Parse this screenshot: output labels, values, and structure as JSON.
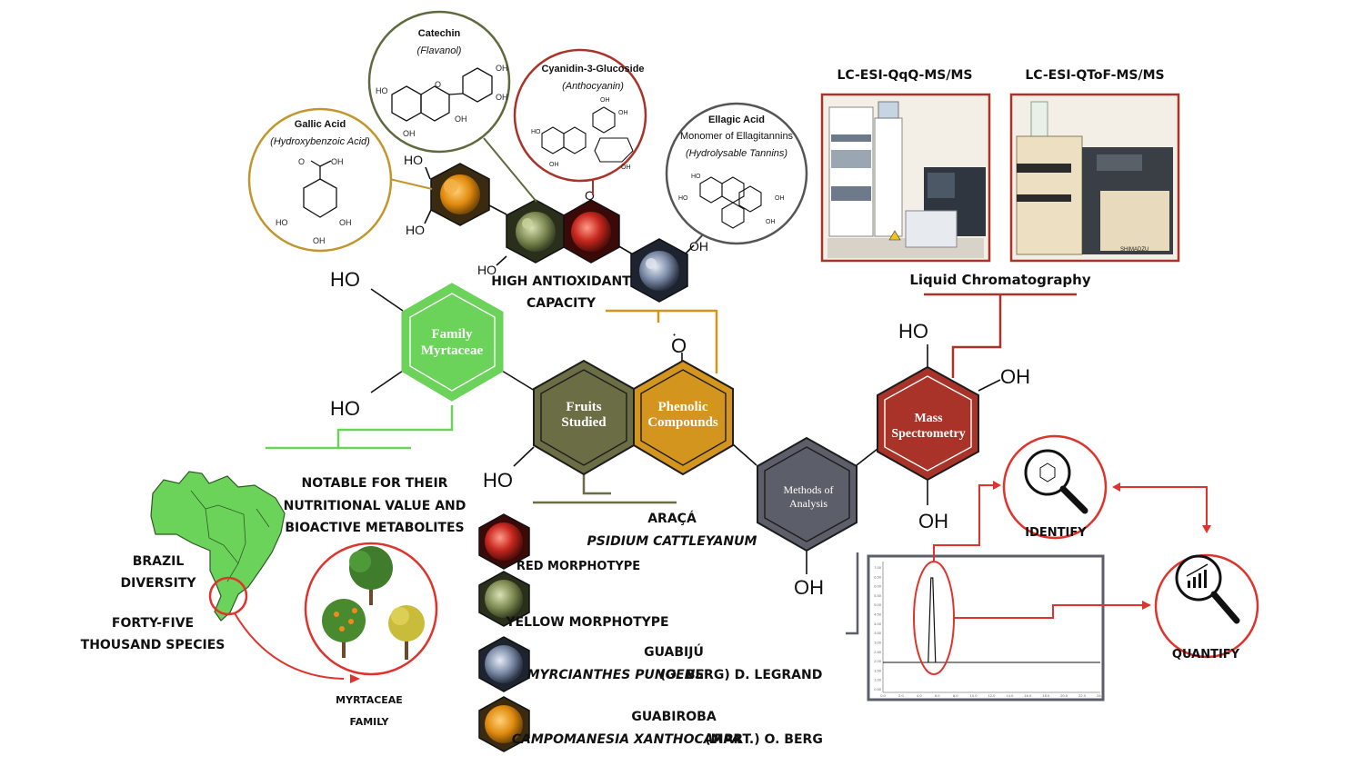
{
  "hexagons": {
    "family": {
      "line1": "Family",
      "line2": "Myrtaceae",
      "color": "#6bd35a"
    },
    "fruits": {
      "line1": "Fruits",
      "line2": "Studied",
      "color": "#6b6e45"
    },
    "phenolic": {
      "line1": "Phenolic",
      "line2": "Compounds",
      "color": "#d4951e"
    },
    "methods": {
      "line1": "Methods of",
      "line2": "Analysis",
      "color": "#5c5f69"
    },
    "mass": {
      "line1": "Mass",
      "line2": "Spectrometry",
      "color": "#a93328"
    }
  },
  "groups": {
    "family_ho_top": "HO",
    "family_ho_bottom": "HO",
    "fruits_ho": "HO",
    "phenolic_o": "O",
    "methods_oh": "OH",
    "mass_ho": "HO",
    "mass_oh_right": "OH",
    "mass_oh_bottom": "OH",
    "small_ho_1": "HO",
    "small_ho_2": "HO",
    "small_ho_3": "HO",
    "small_o": "O",
    "small_oh": "OH"
  },
  "compounds": {
    "gallic": {
      "name": "Gallic Acid",
      "class": "(Hydroxybenzoic Acid)"
    },
    "catechin": {
      "name": "Catechin",
      "class": "(Flavanol)"
    },
    "cyanidin": {
      "name": "Cyanidin-3-Glucoside",
      "class": "(Anthocyanin)"
    },
    "ellagic": {
      "name": "Ellagic Acid",
      "line2": "Monomer of Ellagitannins",
      "class": "(Hydrolysable Tannins)"
    }
  },
  "captions": {
    "antioxidant_1": "HIGH ANTIOXIDANT",
    "antioxidant_2": "CAPACITY",
    "notable_1": "NOTABLE FOR THEIR",
    "notable_2": "NUTRITIONAL VALUE AND",
    "notable_3": "BIOACTIVE METABOLITES",
    "brazil_1": "BRAZIL",
    "brazil_2": "DIVERSITY",
    "species_1": "FORTY-FIVE",
    "species_2": "THOUSAND SPECIES",
    "myrtaceae_1": "MYRTACEAE",
    "myrtaceae_2": "FAMILY"
  },
  "fruits_list": {
    "araca_name": "ARAÇÁ",
    "araca_species": "PSIDIUM CATTLEYANUM",
    "red": "RED MORPHOTYPE",
    "yellow": "YELLOW MORPHOTYPE",
    "guabiju_name": "GUABIJÚ",
    "guabiju_species": "MYRCIANTHES PUNGENS",
    "guabiju_author": "(O. BERG) D. LEGRAND",
    "guabiroba_name": "GUABIROBA",
    "guabiroba_species": "CAMPOMANESIA XANTHOCARPA",
    "guabiroba_author": "(MART.) O. BERG"
  },
  "instruments": {
    "left_title": "LC-ESI-QqQ-MS/MS",
    "right_title": "LC-ESI-QToF-MS/MS",
    "brand": "SHIMADZU",
    "caption": "Liquid Chromatography"
  },
  "actions": {
    "identify": "IDENTIFY",
    "quantify": "QUANTIFY"
  },
  "chromatogram": {
    "x_ticks": [
      "0.0",
      "2.0",
      "4.0",
      "6.0",
      "8.0",
      "10.0",
      "12.0",
      "14.0",
      "16.0",
      "18.0",
      "20.0",
      "22.0",
      "24.0"
    ],
    "y_ticks": [
      "7.00",
      "6.50",
      "6.00",
      "5.50",
      "5.00",
      "4.50",
      "4.00",
      "3.50",
      "3.00",
      "2.50",
      "2.00",
      "1.50",
      "1.00",
      "0.50"
    ],
    "peak_x": 5.4
  },
  "colors": {
    "green": "#6bd35a",
    "olive": "#6b6e45",
    "gold": "#d4951e",
    "slate": "#5c5f69",
    "red": "#a93328",
    "bright_red": "#e0332b"
  }
}
